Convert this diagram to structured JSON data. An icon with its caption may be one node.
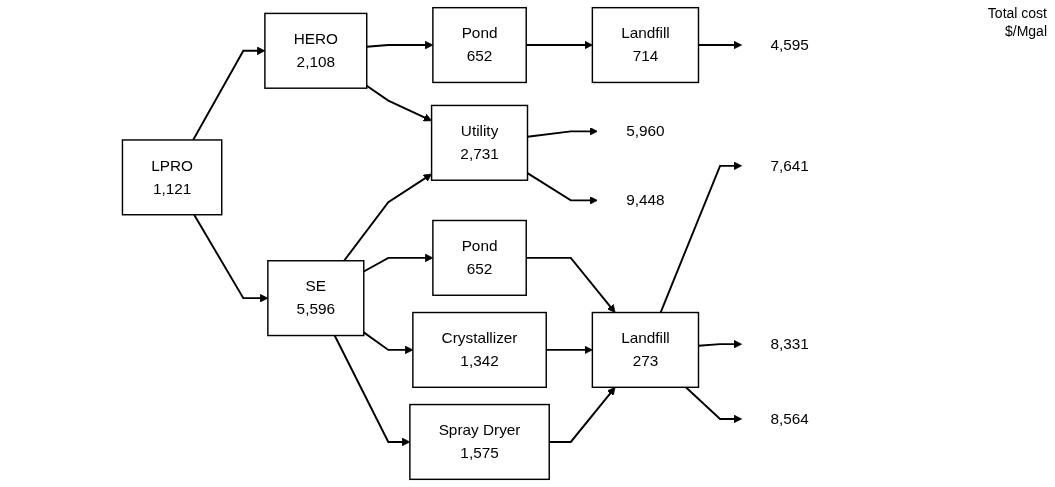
{
  "diagram": {
    "nodes": [
      {
        "text": [
          "LPRO",
          "1,121"
        ]
      },
      {
        "text": [
          "HERO",
          "2,108"
        ]
      },
      {
        "text": [
          "Pond",
          "652"
        ]
      },
      {
        "text": [
          "Landfill",
          "714"
        ]
      },
      {
        "text": [
          "4,595"
        ]
      },
      {
        "text": [
          "Utility",
          "2,731"
        ]
      },
      {
        "text": [
          "5,960"
        ]
      },
      {
        "text": [
          "9,448"
        ]
      },
      {
        "text": [
          "Pond",
          "652"
        ]
      },
      {
        "text": [
          "Landfill",
          "273"
        ]
      },
      {
        "text": [
          "7,641"
        ]
      },
      {
        "text": [
          "Crystallizer",
          "1,342"
        ]
      },
      {
        "text": [
          "8,331"
        ]
      },
      {
        "text": [
          "SE",
          "5,596"
        ]
      },
      {
        "text": [
          "Spray Dryer",
          "1,575"
        ]
      },
      {
        "text": [
          "8,564"
        ]
      }
    ],
    "edges": [
      {
        "from": 0,
        "to": 1,
        "arrow": "to"
      },
      {
        "from": 0,
        "to": 13,
        "arrow": "to"
      },
      {
        "from": 1,
        "to": 2,
        "arrow": "to"
      },
      {
        "from": 2,
        "to": 3,
        "arrow": "to"
      },
      {
        "from": 3,
        "to": 4,
        "arrow": "to"
      },
      {
        "from": 1,
        "to": 5,
        "arrow": "to"
      },
      {
        "from": 13,
        "to": 5,
        "arrow": "to"
      },
      {
        "from": 5,
        "to": 6,
        "arrow": "to"
      },
      {
        "from": 5,
        "to": 7,
        "arrow": "to"
      },
      {
        "from": 13,
        "to": 8,
        "arrow": "to"
      },
      {
        "from": 13,
        "to": 11,
        "arrow": "to"
      },
      {
        "from": 13,
        "to": 14,
        "arrow": "to"
      },
      {
        "from": 8,
        "to": 9,
        "arrow": "to"
      },
      {
        "from": 11,
        "to": 9,
        "arrow": "to"
      },
      {
        "from": 14,
        "to": 9,
        "arrow": "to"
      },
      {
        "from": 9,
        "to": 10,
        "arrow": "to"
      },
      {
        "from": 9,
        "to": 12,
        "arrow": "to"
      },
      {
        "from": 9,
        "to": 15,
        "arrow": "to"
      }
    ],
    "labels": [
      "Total cost",
      "$/Mgal"
    ]
  }
}
